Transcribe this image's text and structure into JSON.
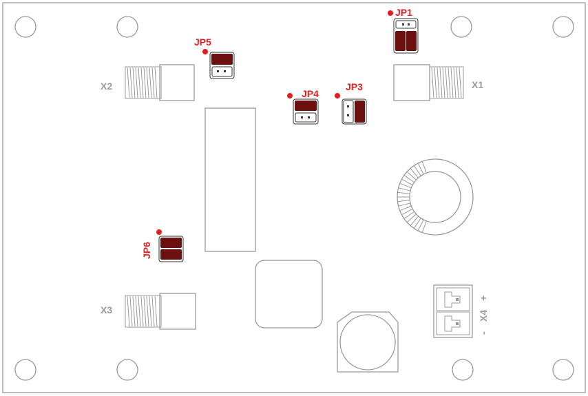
{
  "colors": {
    "outline": "#9a9a9a",
    "jumper_red": "#e41e1e",
    "jumper_pad": "#6b0f0f",
    "label_gray": "#9a9a9a",
    "pcb_background": "#ffffff"
  },
  "connectors": {
    "x1": "X1",
    "x2": "X2",
    "x3": "X3",
    "x4": "X4",
    "x4_plus": "+",
    "x4_minus": "-"
  },
  "jumpers": {
    "jp1": "JP1",
    "jp3": "JP3",
    "jp4": "JP4",
    "jp5": "JP5",
    "jp6": "JP6"
  }
}
